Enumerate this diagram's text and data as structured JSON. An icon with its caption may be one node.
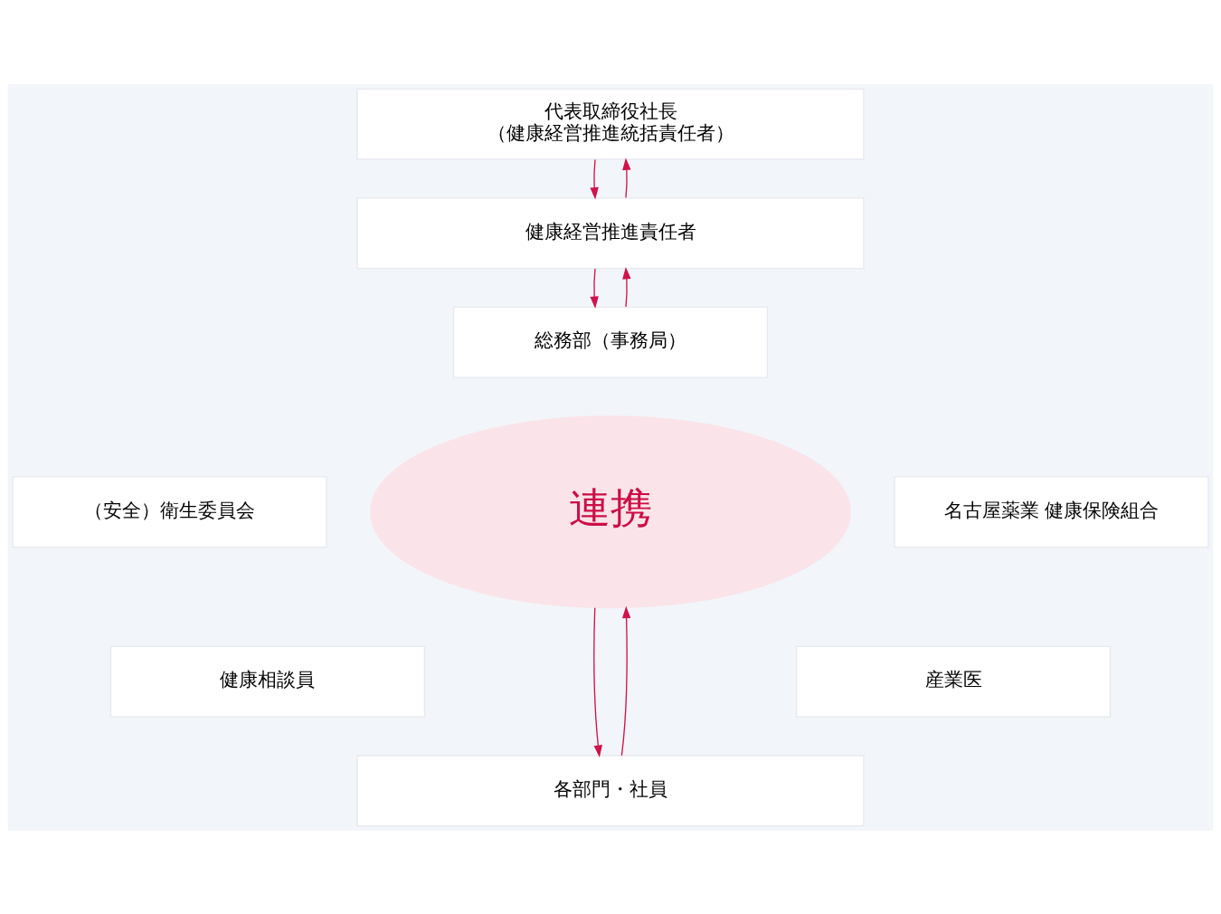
{
  "diagram": {
    "nodes": [
      {
        "text": [
          "代表取締役社長",
          "（健康経営推進統括責任者）"
        ]
      },
      {
        "text": [
          "健康経営推進責任者"
        ]
      },
      {
        "text": [
          "総務部（事務局）"
        ]
      },
      {
        "text": [
          "（安全）衛生委員会"
        ]
      },
      {
        "text": [
          "連携"
        ]
      },
      {
        "text": [
          "名古屋薬業 健康保険組合"
        ]
      },
      {
        "text": [
          "健康相談員"
        ]
      },
      {
        "text": [
          "産業医"
        ]
      },
      {
        "text": [
          "各部門・社員"
        ]
      }
    ],
    "edges": [
      {
        "from": 1,
        "to": 0,
        "arrow": "to"
      },
      {
        "from": 0,
        "to": 1,
        "arrow": "to"
      },
      {
        "from": 2,
        "to": 1,
        "arrow": "to"
      },
      {
        "from": 1,
        "to": 2,
        "arrow": "to"
      },
      {
        "from": 8,
        "to": 4,
        "arrow": "to"
      },
      {
        "from": 4,
        "to": 8,
        "arrow": "to"
      }
    ]
  }
}
